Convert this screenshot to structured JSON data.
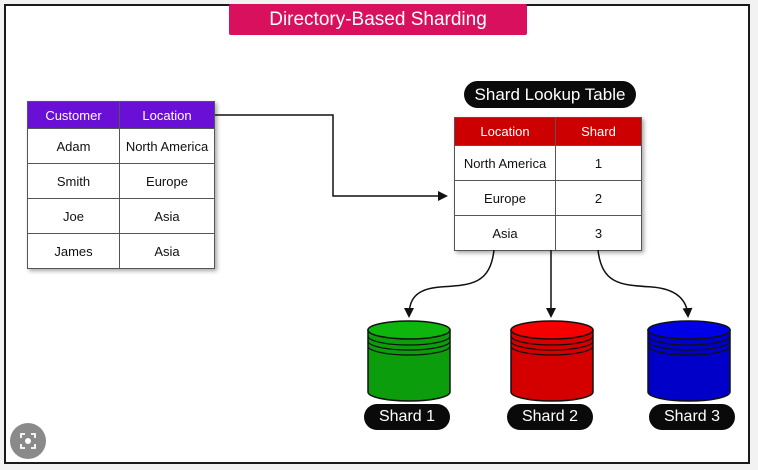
{
  "title": "Directory-Based Sharding",
  "customer_table": {
    "headers": [
      "Customer",
      "Location"
    ],
    "rows": [
      [
        "Adam",
        "North America"
      ],
      [
        "Smith",
        "Europe"
      ],
      [
        "Joe",
        "Asia"
      ],
      [
        "James",
        "Asia"
      ]
    ],
    "header_color": "#6a0fd6"
  },
  "lookup_table": {
    "label": "Shard Lookup Table",
    "headers": [
      "Location",
      "Shard"
    ],
    "rows": [
      [
        "North America",
        "1"
      ],
      [
        "Europe",
        "2"
      ],
      [
        "Asia",
        "3"
      ]
    ],
    "header_color": "#cc0000"
  },
  "shards": [
    {
      "label": "Shard 1",
      "color": "#0b9d0b"
    },
    {
      "label": "Shard 2",
      "color": "#d40000"
    },
    {
      "label": "Shard 3",
      "color": "#0000c8"
    }
  ],
  "overlay_icon": "lens-icon"
}
